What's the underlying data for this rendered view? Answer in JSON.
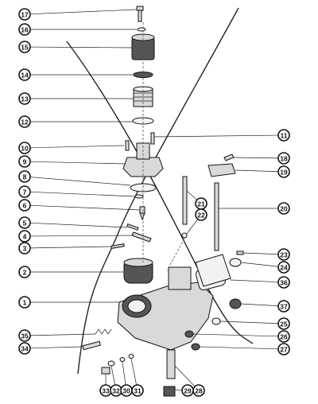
{
  "callouts": [
    {
      "num": "17"
    },
    {
      "num": "16"
    },
    {
      "num": "15"
    },
    {
      "num": "14"
    },
    {
      "num": "13"
    },
    {
      "num": "12"
    },
    {
      "num": "10"
    },
    {
      "num": "9"
    },
    {
      "num": "8"
    },
    {
      "num": "7"
    },
    {
      "num": "6"
    },
    {
      "num": "5"
    },
    {
      "num": "4"
    },
    {
      "num": "3"
    },
    {
      "num": "2"
    },
    {
      "num": "1"
    },
    {
      "num": "35"
    },
    {
      "num": "34"
    },
    {
      "num": "11"
    },
    {
      "num": "18"
    },
    {
      "num": "19"
    },
    {
      "num": "21"
    },
    {
      "num": "22"
    },
    {
      "num": "20"
    },
    {
      "num": "23"
    },
    {
      "num": "24"
    },
    {
      "num": "36"
    },
    {
      "num": "37"
    },
    {
      "num": "25"
    },
    {
      "num": "26"
    },
    {
      "num": "27"
    },
    {
      "num": "33"
    },
    {
      "num": "32"
    },
    {
      "num": "30"
    },
    {
      "num": "31"
    },
    {
      "num": "29"
    },
    {
      "num": "28"
    }
  ]
}
